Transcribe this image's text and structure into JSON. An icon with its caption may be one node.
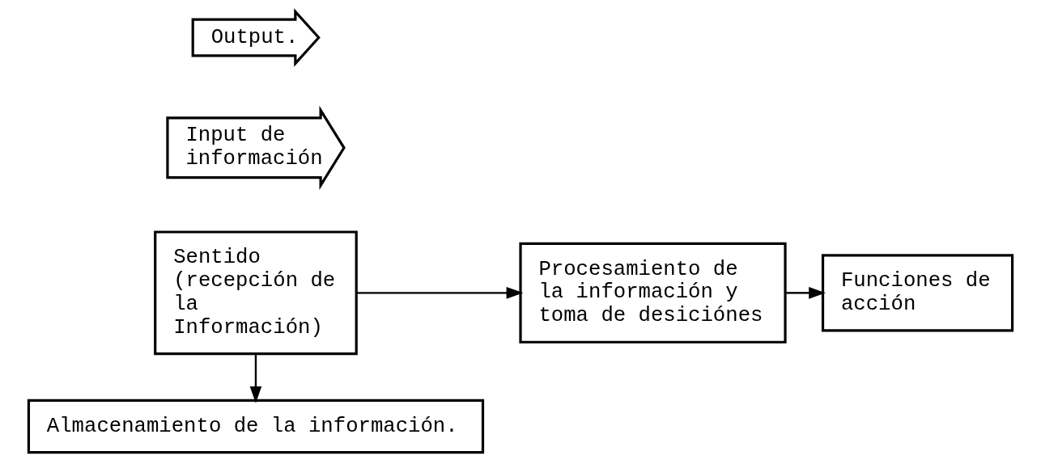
{
  "diagram": {
    "nodes": [
      {
        "text": [
          "Almacenamiento de la información."
        ]
      },
      {
        "text": [
          "Input de información"
        ]
      },
      {
        "text": [
          "Sentido (recepción de la Información)"
        ]
      },
      {
        "text": [
          "Procesamiento de la información y toma de desiciónes"
        ]
      },
      {
        "text": [
          "Funciones de acción"
        ]
      },
      {
        "text": [
          "Output."
        ]
      }
    ],
    "edges": [
      {
        "from": 2,
        "to": 0,
        "arrow": "to"
      },
      {
        "from": 2,
        "to": 3,
        "arrow": "to"
      },
      {
        "from": 3,
        "to": 4,
        "arrow": "to"
      }
    ]
  }
}
